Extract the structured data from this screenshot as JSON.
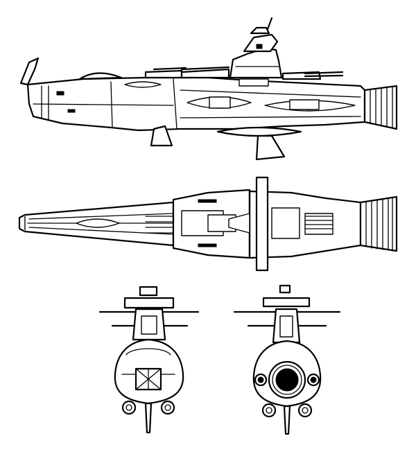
{
  "colors": {
    "ink": "#000000",
    "paper": "#ffffff"
  },
  "views": [
    {
      "id": "side-view"
    },
    {
      "id": "top-view"
    },
    {
      "id": "front-view"
    },
    {
      "id": "rear-view"
    }
  ]
}
